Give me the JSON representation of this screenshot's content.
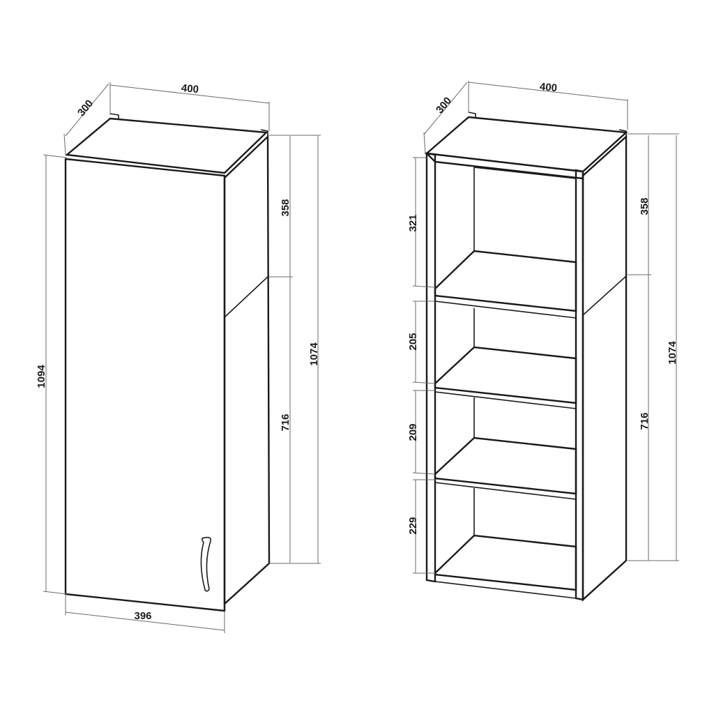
{
  "closed_cabinet": {
    "dims": {
      "depth": "300",
      "width_top": "400",
      "height_total": "1094",
      "height_side": "1074",
      "height_upper": "358",
      "height_lower": "716",
      "width_front": "396"
    }
  },
  "open_cabinet": {
    "dims": {
      "depth": "300",
      "width_top": "400",
      "height_side": "1074",
      "height_upper": "358",
      "height_lower": "716",
      "shelf_1": "321",
      "shelf_2": "205",
      "shelf_3": "209",
      "shelf_4": "229"
    }
  }
}
